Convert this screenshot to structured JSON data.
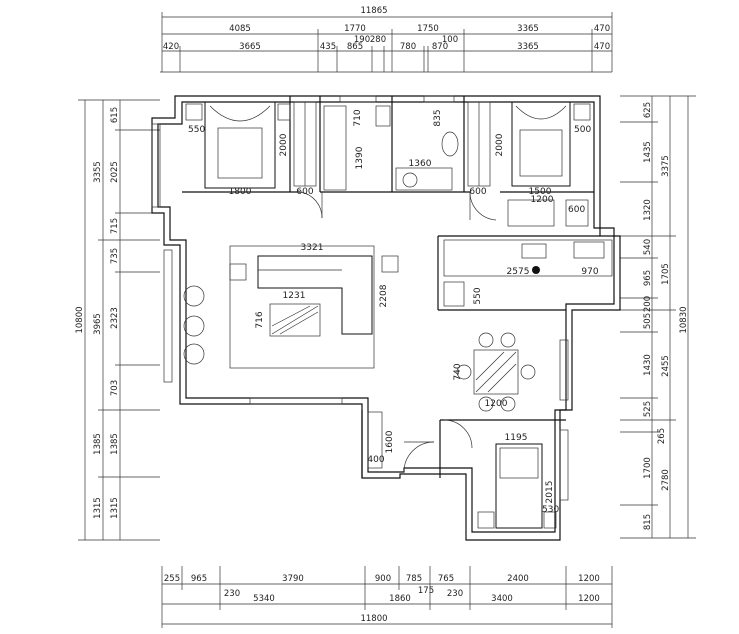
{
  "top_dims": {
    "overall": "11865",
    "row1": [
      "4085",
      "1770",
      "1750",
      "3365",
      "470"
    ],
    "row2": [
      "420",
      "3665",
      "435",
      "865",
      "190",
      "280",
      "780",
      "100",
      "870",
      "3365",
      "470"
    ]
  },
  "bottom_dims": {
    "row1": [
      "255",
      "965",
      "3790",
      "900",
      "785",
      "765",
      "2400",
      "1200"
    ],
    "row1_small": [
      "230",
      "175",
      "230"
    ],
    "row2": [
      "5340",
      "1860",
      "3400",
      "1200"
    ],
    "overall": "11800"
  },
  "left_dims": {
    "overall": "10800",
    "outer": [
      "3355",
      "3965",
      "1385",
      "1315"
    ],
    "inner": [
      "615",
      "2025",
      "715",
      "735",
      "2323",
      "703"
    ]
  },
  "right_dims": {
    "overall": "10830",
    "outer": [
      "3375",
      "1705",
      "2455",
      "2780"
    ],
    "inner": [
      "625",
      "1435",
      "1320",
      "540",
      "965",
      "200",
      "505",
      "1430",
      "525",
      "265",
      "1700",
      "815"
    ]
  },
  "room_labels": {
    "bed1_width": "1800",
    "bed1_depth": "2000",
    "bed1_side": "550",
    "wardrobe1_w": "600",
    "bath_a": "710",
    "bath_b": "1390",
    "bath_c": "835",
    "bath_d": "1360",
    "bed2_width": "1500",
    "bed2_depth": "2000",
    "bed2_side": "500",
    "wardrobe2_w": "600",
    "desk_w": "1200",
    "desk_d": "600",
    "sofa_len": "3321",
    "sofa_depth": "2208",
    "rug_w": "1231",
    "rug_d": "716",
    "kitchen_a": "2575",
    "kitchen_b": "970",
    "kitchen_c": "550",
    "dining_w": "1200",
    "dining_d": "740",
    "entry_a": "1600",
    "entry_b": "400",
    "bed3_width": "1195",
    "bed3_depth": "2015",
    "bed3_side": "530"
  }
}
